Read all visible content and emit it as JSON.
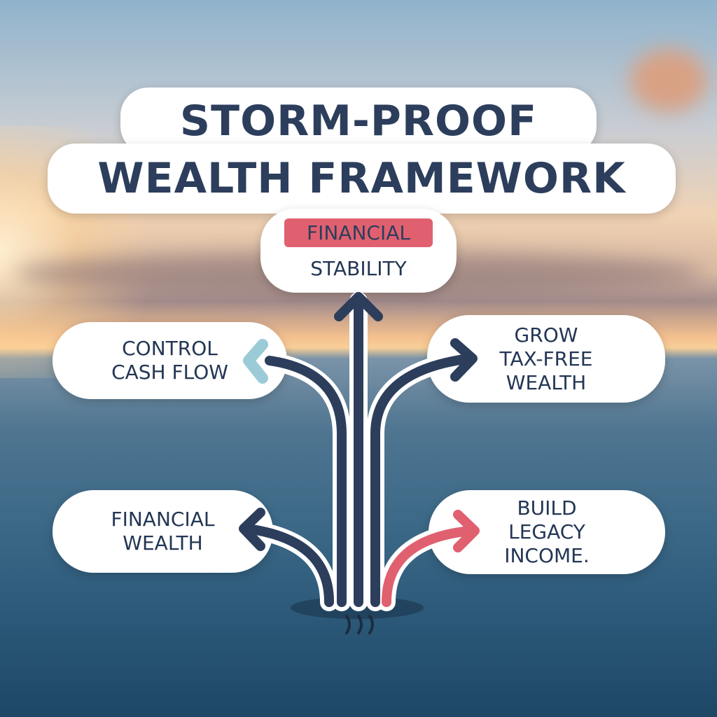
{
  "title": {
    "line1": "STORM-PROOF",
    "line2": "WEALTH FRAMEWORK"
  },
  "center": {
    "badge": "FINANCIAL",
    "label": "STABILITY"
  },
  "branches": {
    "top_left": {
      "line1": "CONTROL",
      "line2": "CASH FLOW"
    },
    "top_right": {
      "line1": "GROW",
      "line2": "TAX-FREE",
      "line3": "WEALTH"
    },
    "bottom_left": {
      "line1": "FINANCIAL",
      "line2": "WEALTH"
    },
    "bottom_right": {
      "line1": "BUILD",
      "line2": "LEGACY",
      "line3": "INCOME."
    }
  },
  "colors": {
    "navy": "#2c3e5c",
    "accent_red": "#e06070",
    "light_blue": "#9ccbd8"
  }
}
